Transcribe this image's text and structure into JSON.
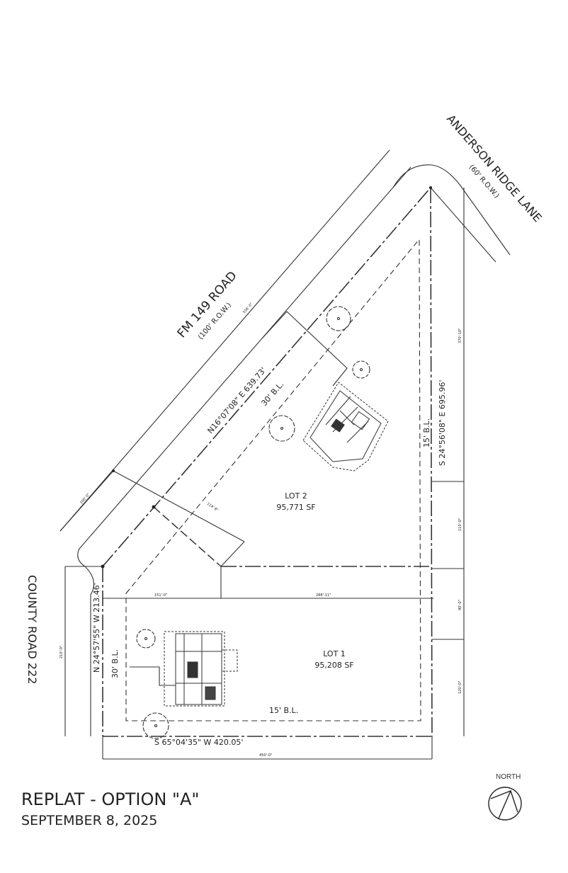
{
  "title": "REPLAT - OPTION \"A\"",
  "date": "SEPTEMBER 8, 2025",
  "north_label": "NORTH",
  "roads": {
    "fm149": {
      "name": "FM 149 ROAD",
      "row": "(100' R.O.W.)"
    },
    "anderson": {
      "name": "ANDERSON RIDGE LANE",
      "row": "(60' R.O.W.)"
    },
    "county": {
      "name": "COUNTY ROAD 222"
    }
  },
  "lots": [
    {
      "name": "LOT 2",
      "area": "95,771 SF"
    },
    {
      "name": "LOT 1",
      "area": "95,208 SF"
    }
  ],
  "bearings": {
    "north": "N16°07'08\" E  639.73'",
    "east": "S 24°56'08\" E  695.96'",
    "south": "S 65°04'35\" W  420.05'",
    "west": "N 24°57'55\" W  213.46'"
  },
  "setbacks": {
    "north": "30' B.L.",
    "east": "15' B.L.",
    "south": "15' B.L.",
    "west": "30' B.L."
  },
  "dimensions": {
    "fm_frontage": "556'-0\"",
    "row_width": "100'-0\"",
    "lot2_side": "114'-8\"",
    "lot1_west": "151'-0\"",
    "lot1_east": "288'-11\"",
    "east_upper": "370'-10\"",
    "east_mid1": "110'-0\"",
    "east_mid2": "90'-0\"",
    "east_lower": "120'-0\"",
    "bottom": "450'-0\"",
    "west": "210'-0\""
  }
}
